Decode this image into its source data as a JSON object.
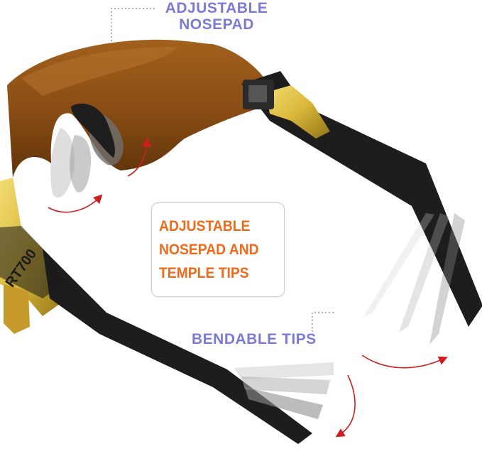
{
  "callouts": {
    "nosepad": {
      "line1": "ADJUSTABLE",
      "line2": "NOSEPAD"
    },
    "tips": {
      "label": "BENDABLE TIPS"
    }
  },
  "feature_box": {
    "line1": "ADJUSTABLE",
    "line2": "NOSEPAD AND",
    "line3": "TEMPLE TIPS"
  },
  "brand_mark": "RT700",
  "colors": {
    "callout_text": "#7b7bd6",
    "feature_text": "#ef6a1a",
    "lens": "#8a4d14",
    "frame_gold": "#d9b73a",
    "temple_black": "#1c1c1c",
    "arrow_red": "#cc1f1f"
  }
}
